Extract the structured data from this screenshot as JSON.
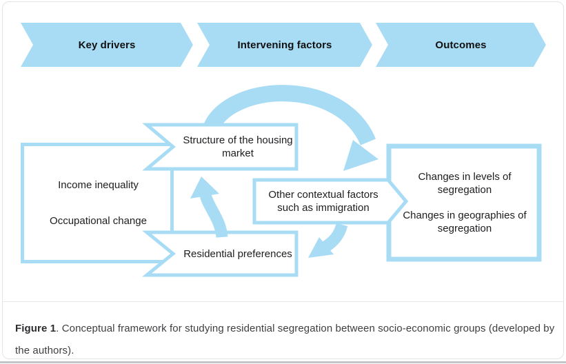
{
  "figure": {
    "banners": [
      {
        "label": "Key drivers"
      },
      {
        "label": "Intervening factors"
      },
      {
        "label": "Outcomes"
      }
    ],
    "boxes": {
      "key_drivers": {
        "lines": [
          "Income inequality",
          "Occupational change"
        ]
      },
      "housing_market": {
        "text": "Structure of the housing market"
      },
      "contextual": {
        "text": "Other contextual factors such as immigration"
      },
      "residential": {
        "text": "Residential preferences"
      },
      "outcomes": {
        "lines": [
          "Changes in levels of segregation",
          "Changes in geographies of segregation"
        ]
      }
    },
    "colors": {
      "accent_blue": "#a8dcf5",
      "box_fill": "#ffffff",
      "text": "#1d1d1f"
    }
  },
  "caption": {
    "label": "Figure 1",
    "text": ". Conceptual framework for studying residential segregation between socio-economic groups (developed by the authors)."
  }
}
